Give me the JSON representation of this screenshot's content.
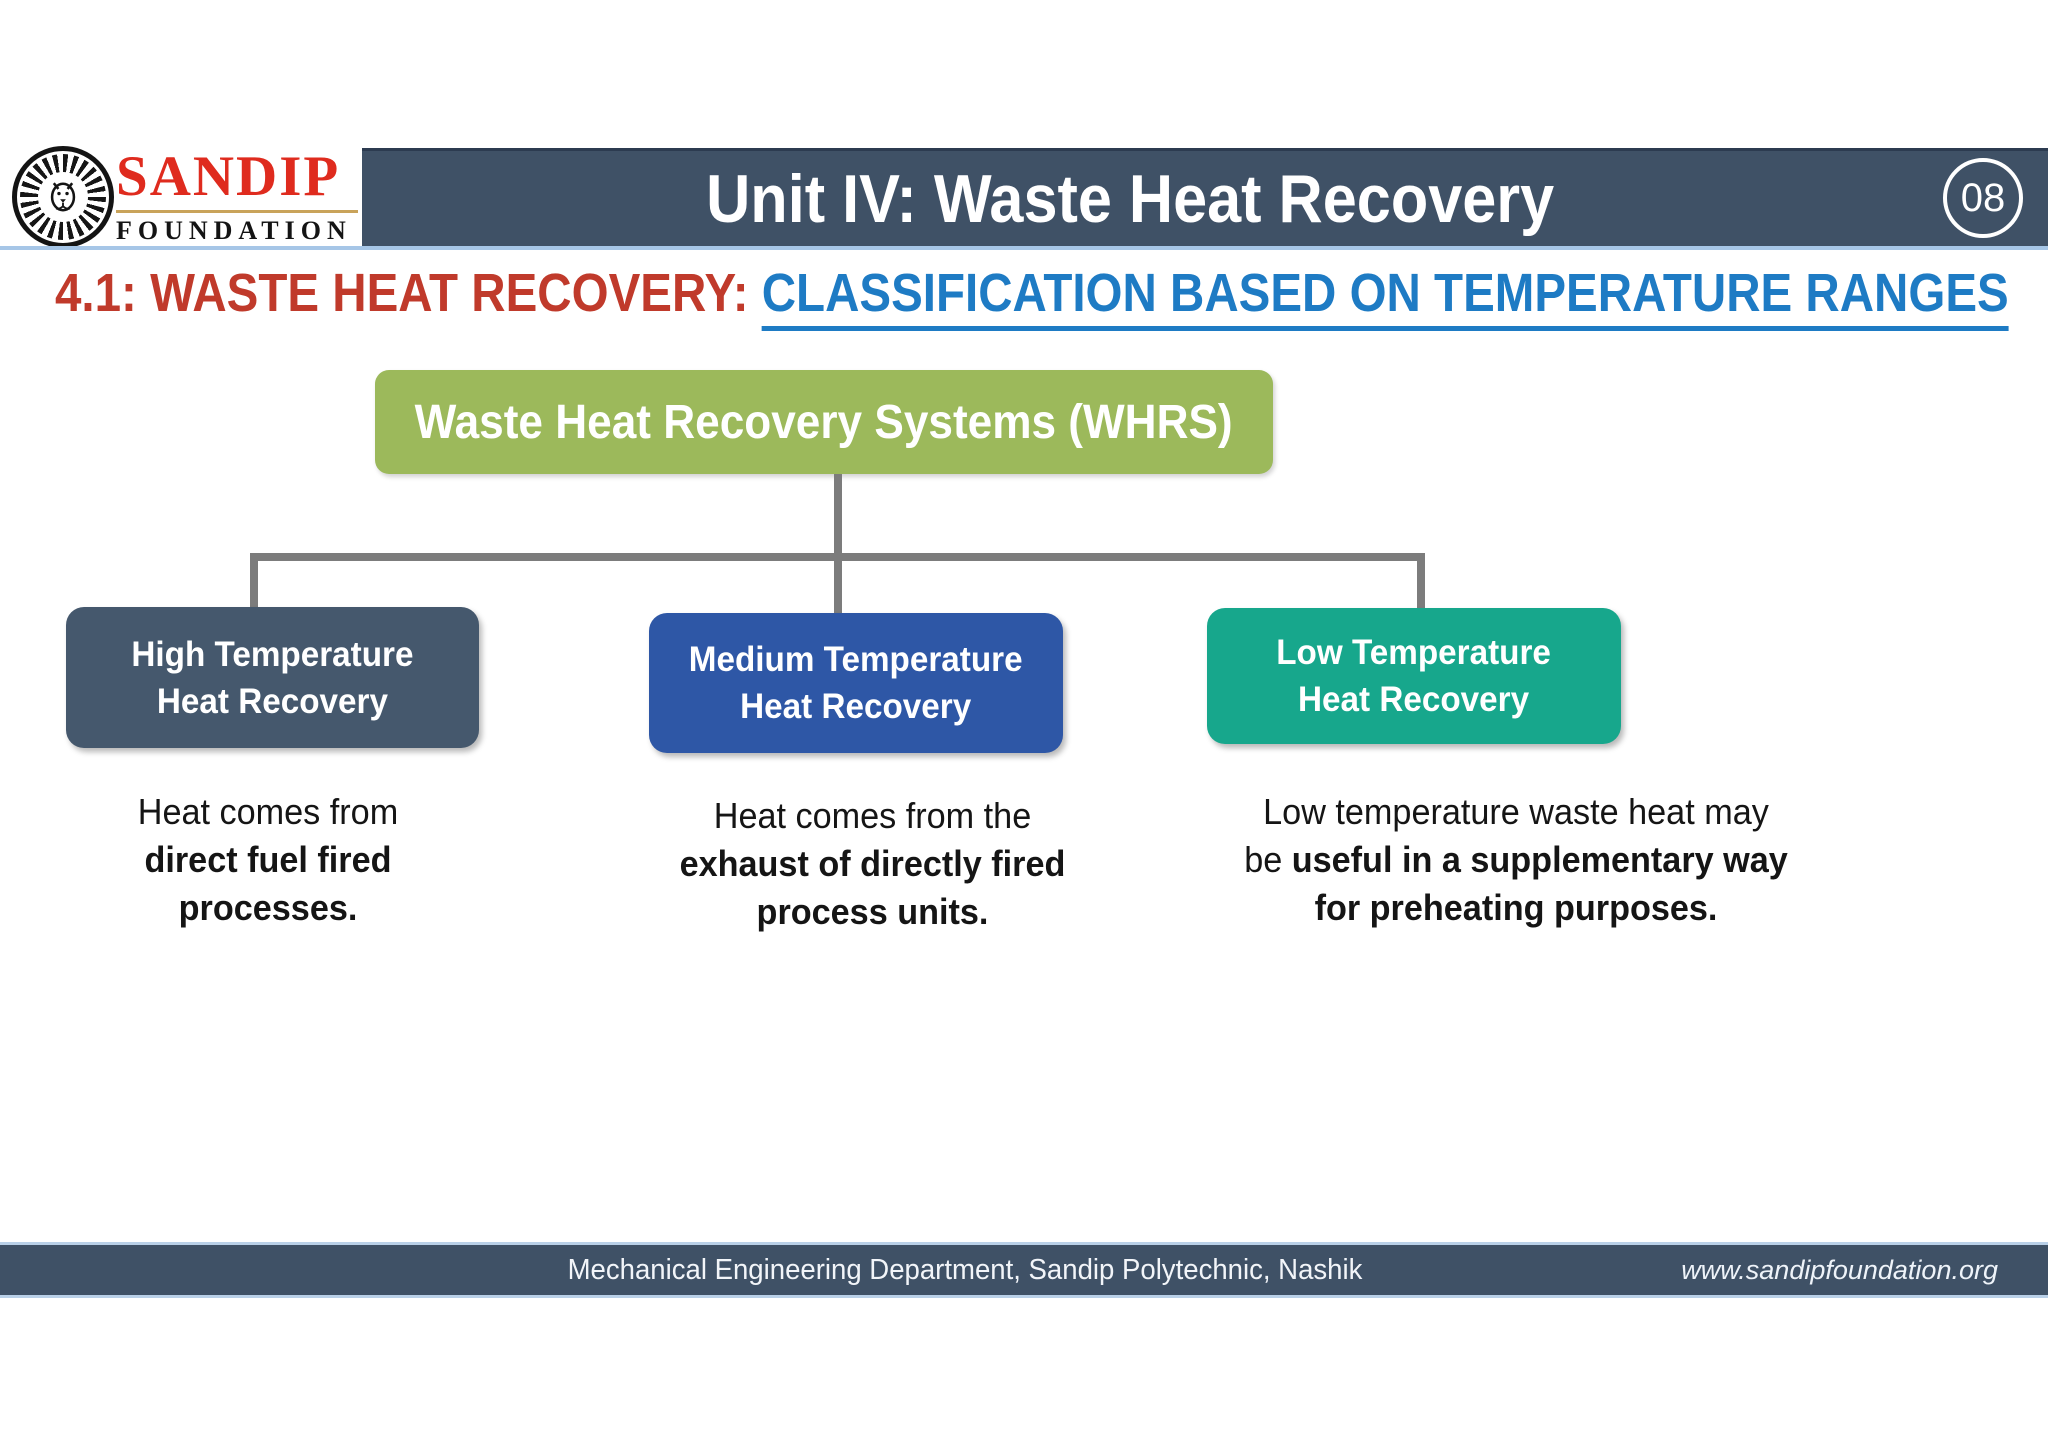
{
  "header": {
    "logo": {
      "brand": "SANDIP",
      "sub": "FOUNDATION",
      "lion_icon": "lion-emblem",
      "brand_color": "#df2b1e",
      "underline_color": "#c9a35a"
    },
    "title": "Unit IV: Waste Heat Recovery",
    "page_number": "08",
    "bar_color": "#3f5166",
    "accent_line_color": "#a6c6e7"
  },
  "heading": {
    "prefix": "4.1: WASTE HEAT RECOVERY: ",
    "highlight": "CLASSIFICATION BASED ON TEMPERATURE RANGES",
    "prefix_color": "#c03a2b",
    "highlight_color": "#1e7bc4"
  },
  "diagram": {
    "root": {
      "label": "Waste Heat Recovery Systems (WHRS)",
      "color": "#9cb95b"
    },
    "connector_color": "#7c7c7c",
    "children": [
      {
        "label_line1": "High Temperature",
        "label_line2": "Heat Recovery",
        "color": "#45586d",
        "desc": [
          {
            "normal": "Heat comes from"
          },
          {
            "bold": "direct fuel fired"
          },
          {
            "bold": "processes."
          }
        ]
      },
      {
        "label_line1": "Medium Temperature",
        "label_line2": "Heat Recovery",
        "color": "#2e57a6",
        "desc": [
          {
            "normal": "Heat comes from the"
          },
          {
            "bold": "exhaust of directly fired"
          },
          {
            "bold": "process units."
          }
        ]
      },
      {
        "label_line1": "Low Temperature",
        "label_line2": "Heat Recovery",
        "color": "#17a78c",
        "desc": [
          {
            "normal": "Low temperature waste heat may"
          },
          {
            "normal": "be ",
            "bold": "useful in a supplementary way"
          },
          {
            "bold": "for preheating purposes."
          }
        ]
      }
    ]
  },
  "footer": {
    "department": "Mechanical Engineering Department, Sandip Polytechnic, Nashik",
    "website": "www.sandipfoundation.org",
    "bar_color": "#3f5166"
  }
}
